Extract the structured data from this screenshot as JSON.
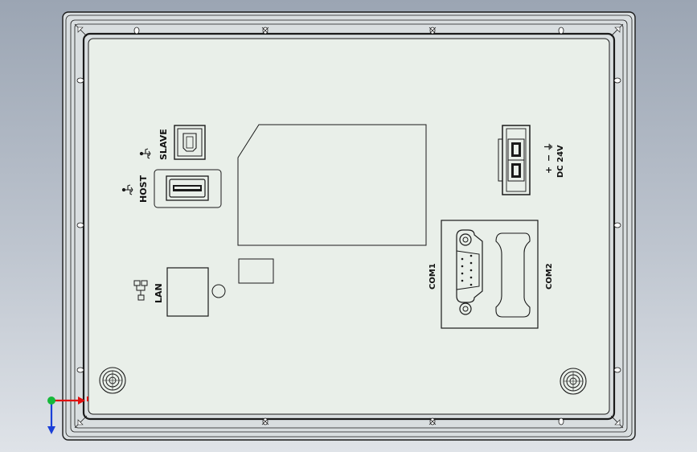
{
  "view": {
    "background_gradient": [
      "#9ba5b3",
      "#dfe3e8"
    ],
    "panel_color": "#e9efe9",
    "line_color": "#1a1a1a"
  },
  "panel": {
    "ports": {
      "usb_slave": {
        "label": "SLAVE",
        "icon": "usb-icon"
      },
      "usb_host": {
        "label": "HOST",
        "icon": "usb-icon"
      },
      "lan": {
        "label": "LAN",
        "icon": "network-icon"
      },
      "com1": {
        "label": "COM1",
        "connector": "db9-male"
      },
      "com2": {
        "label": "COM2",
        "connector": "db9-cutout"
      },
      "power": {
        "label": "DC 24V",
        "terminals": [
          "+",
          "−",
          "⏚"
        ]
      }
    }
  },
  "triad": {
    "axes": [
      "x",
      "y"
    ],
    "colors": {
      "x": "#e01010",
      "y": "#1a3fd8",
      "origin": "#16b83a"
    }
  }
}
